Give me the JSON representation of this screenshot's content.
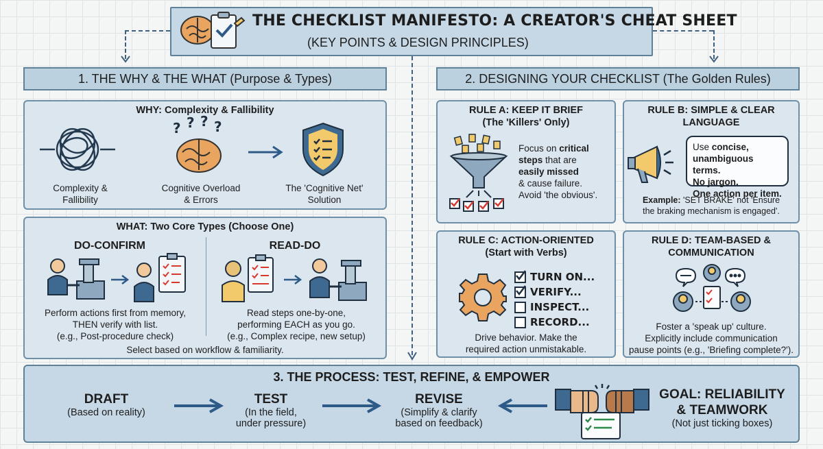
{
  "title": {
    "main": "THE CHECKLIST MANIFESTO: A CREATOR'S CHEAT SHEET",
    "subtitle": "(KEY POINTS & DESIGN PRINCIPLES)"
  },
  "section1": {
    "header": "1. THE WHY & THE WHAT (Purpose & Types)",
    "why": {
      "title": "WHY: Complexity & Fallibility",
      "items": [
        {
          "label": "Complexity &",
          "label2": "Fallibility",
          "icon": "tangled-knot-icon"
        },
        {
          "label": "Cognitive Overload",
          "label2": "& Errors",
          "icon": "brain-question-icon"
        },
        {
          "label": "The 'Cognitive Net'",
          "label2": "Solution",
          "icon": "shield-checklist-icon"
        }
      ]
    },
    "what": {
      "title": "WHAT: Two Core Types (Choose One)",
      "types": [
        {
          "name": "DO-CONFIRM",
          "desc": [
            "Perform actions first from memory,",
            "THEN verify with list.",
            "(e.g., Post-procedure check)"
          ]
        },
        {
          "name": "READ-DO",
          "desc": [
            "Read steps one-by-one,",
            "performing EACH as you go.",
            "(e.g., Complex recipe, new setup)"
          ]
        }
      ],
      "footer": "Select based on workflow & familiarity."
    }
  },
  "section2": {
    "header": "2. DESIGNING YOUR CHECKLIST (The Golden Rules)",
    "ruleA": {
      "title": "RULE A: KEEP IT BRIEF",
      "subtitle": "(The 'Killers' Only)",
      "text": {
        "p1": "Focus on ",
        "b1": "critical",
        "b2": "steps",
        "p2": " that are",
        "b3": "easily missed",
        "p3": "& cause failure.",
        "p4": "Avoid 'the obvious'."
      }
    },
    "ruleB": {
      "title": "RULE B: SIMPLE & CLEAR",
      "title2": "LANGUAGE",
      "bubble": {
        "p1": "Use ",
        "b1": "concise,",
        "b2": "unambiguous terms.",
        "b3": "No jargon.",
        "b4": "One action per item."
      },
      "example_label": "Example:",
      "example_text": " 'SET BRAKE' not 'Ensure",
      "example_text2": "the braking mechanism is engaged'."
    },
    "ruleC": {
      "title": "RULE C: ACTION-ORIENTED",
      "subtitle": "(Start with Verbs)",
      "items": [
        {
          "label": "TURN ON...",
          "checked": true
        },
        {
          "label": "VERIFY...",
          "checked": true
        },
        {
          "label": "INSPECT...",
          "checked": false
        },
        {
          "label": "RECORD...",
          "checked": false
        }
      ],
      "caption": [
        "Drive behavior. Make the",
        "required action unmistakable."
      ]
    },
    "ruleD": {
      "title": "RULE D: TEAM-BASED &",
      "title2": "COMMUNICATION",
      "caption": [
        "Foster a 'speak up' culture.",
        "Explicitly include communication",
        "pause points (e.g., 'Briefing complete?')."
      ]
    }
  },
  "section3": {
    "header": "3. THE PROCESS: TEST, REFINE, & EMPOWER",
    "steps": [
      {
        "name": "DRAFT",
        "desc": [
          "(Based on reality)"
        ]
      },
      {
        "name": "TEST",
        "desc": [
          "(In the field,",
          "under pressure)"
        ]
      },
      {
        "name": "REVISE",
        "desc": [
          "(Simplify & clarify",
          "based on feedback)"
        ]
      }
    ],
    "goal": {
      "title": "GOAL: RELIABILITY",
      "title2": "& TEAMWORK",
      "sub": "(Not just ticking boxes)"
    }
  },
  "colors": {
    "accent": "#3e6a92",
    "check": "#d63a2f",
    "brain": "#e9a55f",
    "panel": "#dbe6ef",
    "header": "#bcd1e0"
  }
}
